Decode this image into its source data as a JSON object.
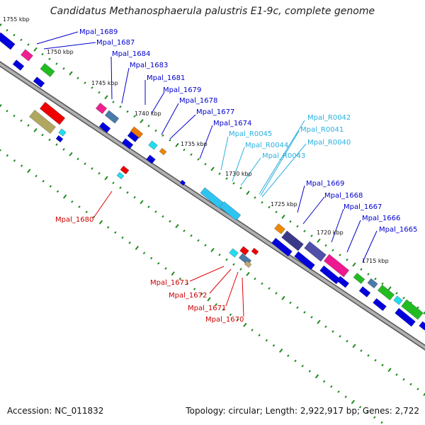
{
  "title": "Candidatus Methanosphaerula palustris E1-9c, complete genome",
  "footer": {
    "accession": "Accession: NC_011832",
    "summary": "Topology: circular; Length: 2,922,917 bp; Genes: 2,722"
  },
  "scale_labels": [
    "1755 kbp",
    "1750 kbp",
    "1745 kbp",
    "1740 kbp",
    "1735 kbp",
    "1730 kbp",
    "1725 kbp",
    "1720 kbp",
    "1715 kbp"
  ],
  "colors": {
    "cds_forward": "#0000ee",
    "rna": "#2ec4f2",
    "cds_reverse": "#ee0000",
    "backbone": "#8a8a8a",
    "scale_dots": "#1f8a1f"
  },
  "gene_labels": {
    "forward": [
      "Mpal_1689",
      "Mpal_1687",
      "Mpal_1684",
      "Mpal_1683",
      "Mpal_1681",
      "Mpal_1679",
      "Mpal_1678",
      "Mpal_1677",
      "Mpal_1674",
      "Mpal_1669",
      "Mpal_1668",
      "Mpal_1667",
      "Mpal_1666",
      "Mpal_1665"
    ],
    "rna": [
      "Mpal_R0045",
      "Mpal_R0044",
      "Mpal_R0043",
      "Mpal_R0042",
      "Mpal_R0041",
      "Mpal_R0040"
    ],
    "reverse": [
      "Mpal_1680",
      "Mpal_1673",
      "Mpal_1672",
      "Mpal_1671",
      "Mpal_1670"
    ]
  }
}
